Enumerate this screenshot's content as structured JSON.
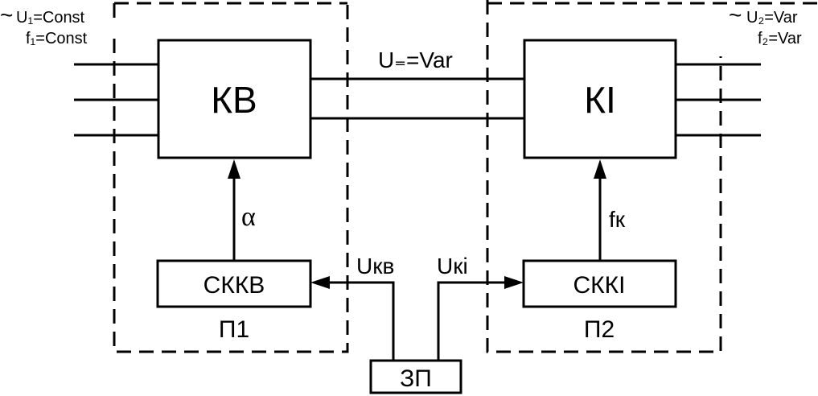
{
  "blocks": {
    "converter": "КВ",
    "inverter": "КІ",
    "converter_control": "СККВ",
    "inverter_control": "СККІ",
    "setpoint": "ЗП"
  },
  "groups": {
    "p1": "П1",
    "p2": "П2"
  },
  "signals": {
    "dc_link": "U₌=Var",
    "alpha": "α",
    "f_k": "fк",
    "u_kv": "Uкв",
    "u_ki": "Uкі"
  },
  "input": {
    "tilde": "~",
    "voltage": "U₁=Const",
    "frequency": "f₁=Const"
  },
  "output": {
    "tilde": "~",
    "voltage": "U₂=Var",
    "frequency": "f₂=Var"
  }
}
